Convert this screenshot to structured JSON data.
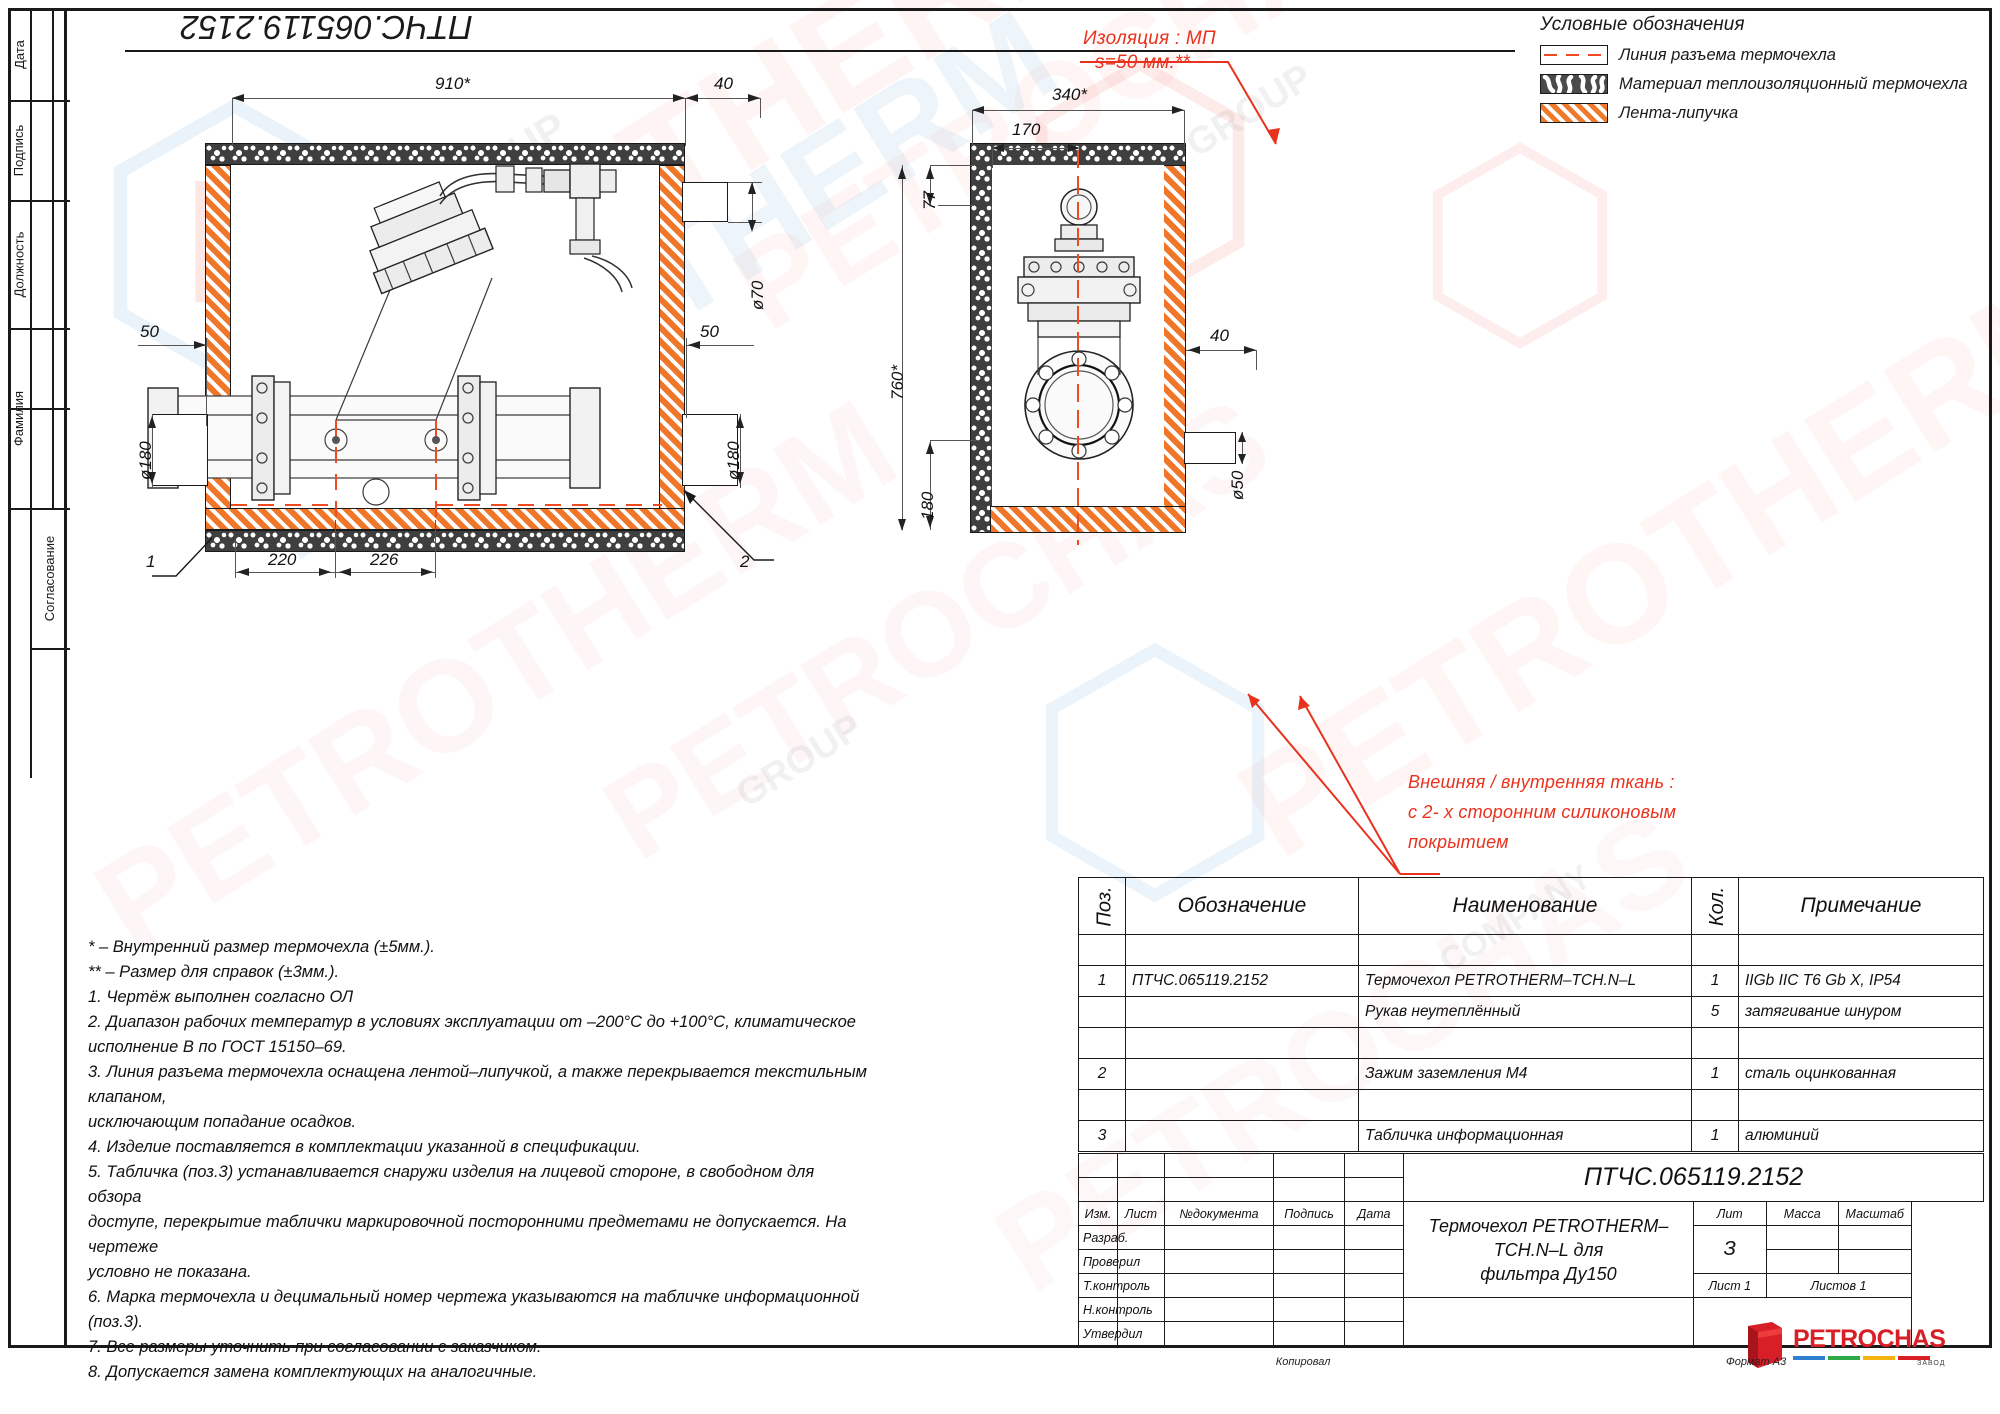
{
  "drawing": {
    "title_top_right_code": "ПТЧС.065119.2152",
    "format_note": "Формат А3",
    "copy_note": "Копировал"
  },
  "left_margin": {
    "cells": [
      "Дата",
      "Подпись",
      "Должность",
      "Фамилия",
      "Согласование"
    ]
  },
  "legend": {
    "title": "Условные обозначения",
    "items": [
      {
        "swatch": "seam-line",
        "label": "Линия разъема термочехла"
      },
      {
        "swatch": "insulation-material",
        "label": "Материал теплоизоляционный термочехла"
      },
      {
        "swatch": "velcro-tape",
        "label": "Лента-липучка"
      }
    ]
  },
  "annotations": {
    "insulation": {
      "line1": "Изоляция : МП",
      "line2": "s=50 мм.**"
    },
    "fabric": {
      "line1": "Внешняя / внутренняя ткань :",
      "line2": "с 2- х сторонним силиконовым",
      "line3": "покрытием"
    },
    "callout_1": "1",
    "callout_2": "2"
  },
  "dimensions": {
    "front_view": {
      "width_total": "910*",
      "right_offset": "40",
      "dia_top_nozzle": "ø70",
      "left_clearance": "50",
      "right_clearance": "50",
      "dia_left_pipe": "ø180",
      "dia_right_pipe": "ø180",
      "inner_a": "220",
      "inner_b": "226"
    },
    "side_view": {
      "width_total": "340*",
      "inner_width": "170",
      "height_total": "760*",
      "top_offset": "77",
      "bottom_offset": "180",
      "right_offset": "40",
      "dia_nozzle": "ø50"
    }
  },
  "notes": [
    "* – Внутренний размер термочехла (±5мм.).",
    "** – Размер для справок (±3мм.).",
    "1. Чертёж выполнен согласно ОЛ",
    "2. Диапазон рабочих температур в условиях эксплуатации от –200°С до +100°С, климатическое",
    "исполнение В по ГОСТ 15150–69.",
    "3. Линия разъема термочехла оснащена лентой–липучкой, а также перекрывается текстильным клапаном,",
    "исключающим попадание осадков.",
    "4. Изделие поставляется в комплектации указанной в спецификации.",
    "5. Табличка (поз.3) устанавливается снаружи изделия на лицевой стороне, в свободном для обзора",
    "доступе, перекрытие таблички маркировочной посторонними предметами не допускается. На чертеже",
    "условно не показана.",
    "6. Марка термочехла и децимальный номер чертежа указываются на табличке информационной (поз.3).",
    "7. Все размеры уточнить при согласовании с заказчиком.",
    "8. Допускается замена комплектующих на аналогичные."
  ],
  "spec_table": {
    "headers": [
      "Поз.",
      "Обозначение",
      "Наименование",
      "Кол.",
      "Примечание"
    ],
    "rows": [
      {
        "pos": "",
        "designation": "",
        "name": "",
        "qty": "",
        "note": ""
      },
      {
        "pos": "1",
        "designation": "ПТЧС.065119.2152",
        "name": "Термочехол PETROTHERM–TCH.N–L",
        "qty": "1",
        "note": "IIGb IIC T6 Gb X, IP54"
      },
      {
        "pos": "",
        "designation": "",
        "name": "Рукав неутеплённый",
        "qty": "5",
        "note": "затягивание шнуром"
      },
      {
        "pos": "",
        "designation": "",
        "name": "",
        "qty": "",
        "note": ""
      },
      {
        "pos": "2",
        "designation": "",
        "name": "Зажим заземления М4",
        "qty": "1",
        "note": "сталь оцинкованная"
      },
      {
        "pos": "",
        "designation": "",
        "name": "",
        "qty": "",
        "note": ""
      },
      {
        "pos": "3",
        "designation": "",
        "name": "Табличка информационная",
        "qty": "1",
        "note": "алюминий"
      }
    ]
  },
  "title_block": {
    "doc_code": "ПТЧС.065119.2152",
    "col_headers": [
      "Изм.",
      "Лист",
      "№документа",
      "Подпись",
      "Дата"
    ],
    "roles": [
      "Разраб.",
      "Проверил",
      "Т.контроль",
      "Н.контроль",
      "Утвердил"
    ],
    "product_name_line1": "Термочехол PETROTHERM–TCH.N–L для",
    "product_name_line2": "фильтра Ду150",
    "lit_label": "Лит",
    "mass_label": "Масса",
    "scale_label": "Масштаб",
    "lit_value": "З",
    "sheet_label": "Лист 1",
    "sheets_label": "Листов  1",
    "company": "PETROCHAS",
    "company_sub": "ЗАВОД"
  },
  "colors": {
    "velcro_orange": "#f0772a",
    "seam_red": "#ef4a22",
    "annotation_red": "#e8321e",
    "insulation_dark": "#3f3f3f",
    "logo_red": "#d81f27"
  },
  "watermarks": {
    "brand": "PETROCHAS",
    "brand2": "PETROTHERM",
    "group": "GROUP",
    "company": "COMPANY"
  }
}
